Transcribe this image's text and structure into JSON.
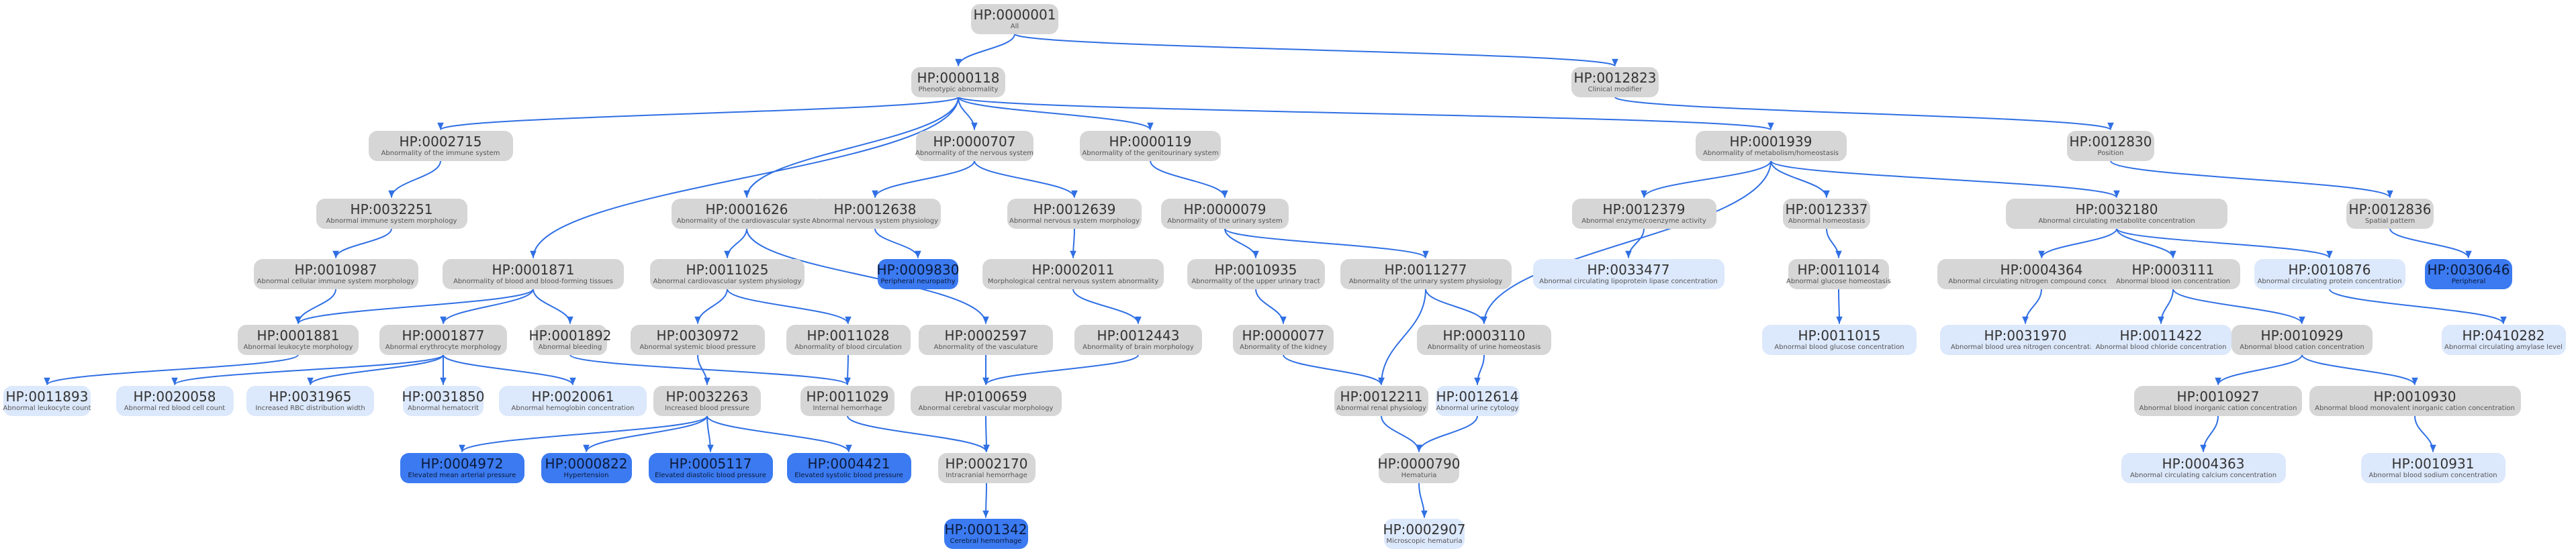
{
  "colors": {
    "gray": "#d6d6d6",
    "light": "#dce8fb",
    "dark": "#3b7af0",
    "edge": "#2f6fe4"
  },
  "nodes": {
    "n0000001": {
      "id": "HP:0000001",
      "label": "All",
      "style": "gray"
    },
    "n0000118": {
      "id": "HP:0000118",
      "label": "Phenotypic abnormality",
      "style": "gray"
    },
    "n0012823": {
      "id": "HP:0012823",
      "label": "Clinical modifier",
      "style": "gray"
    },
    "n0002715": {
      "id": "HP:0002715",
      "label": "Abnormality of the immune system",
      "style": "gray"
    },
    "n0000707": {
      "id": "HP:0000707",
      "label": "Abnormality of the nervous system",
      "style": "gray"
    },
    "n0000119": {
      "id": "HP:0000119",
      "label": "Abnormality of the genitourinary system",
      "style": "gray"
    },
    "n0001939": {
      "id": "HP:0001939",
      "label": "Abnormality of metabolism/homeostasis",
      "style": "gray"
    },
    "n0012830": {
      "id": "HP:0012830",
      "label": "Position",
      "style": "gray"
    },
    "n0032251": {
      "id": "HP:0032251",
      "label": "Abnormal immune system morphology",
      "style": "gray"
    },
    "n0001626": {
      "id": "HP:0001626",
      "label": "Abnormality of the cardiovascular system",
      "style": "gray"
    },
    "n0012638": {
      "id": "HP:0012638",
      "label": "Abnormal nervous system physiology",
      "style": "gray"
    },
    "n0012639": {
      "id": "HP:0012639",
      "label": "Abnormal nervous system morphology",
      "style": "gray"
    },
    "n0000079": {
      "id": "HP:0000079",
      "label": "Abnormality of the urinary system",
      "style": "gray"
    },
    "n0012379": {
      "id": "HP:0012379",
      "label": "Abnormal enzyme/coenzyme activity",
      "style": "gray"
    },
    "n0012337": {
      "id": "HP:0012337",
      "label": "Abnormal homeostasis",
      "style": "gray"
    },
    "n0032180": {
      "id": "HP:0032180",
      "label": "Abnormal circulating metabolite concentration",
      "style": "gray"
    },
    "n0012836": {
      "id": "HP:0012836",
      "label": "Spatial pattern",
      "style": "gray"
    },
    "n0010987": {
      "id": "HP:0010987",
      "label": "Abnormal cellular immune system morphology",
      "style": "gray"
    },
    "n0001871": {
      "id": "HP:0001871",
      "label": "Abnormality of blood and blood-forming tissues",
      "style": "gray"
    },
    "n0011025": {
      "id": "HP:0011025",
      "label": "Abnormal cardiovascular system physiology",
      "style": "gray"
    },
    "n0009830": {
      "id": "HP:0009830",
      "label": "Peripheral neuropathy",
      "style": "dark"
    },
    "n0002011": {
      "id": "HP:0002011",
      "label": "Morphological central nervous system abnormality",
      "style": "gray"
    },
    "n0010935": {
      "id": "HP:0010935",
      "label": "Abnormality of the upper urinary tract",
      "style": "gray"
    },
    "n0011277": {
      "id": "HP:0011277",
      "label": "Abnormality of the urinary system physiology",
      "style": "gray"
    },
    "n0033477": {
      "id": "HP:0033477",
      "label": "Abnormal circulating lipoprotein lipase concentration",
      "style": "light"
    },
    "n0011014": {
      "id": "HP:0011014",
      "label": "Abnormal glucose homeostasis",
      "style": "gray"
    },
    "n0004364": {
      "id": "HP:0004364",
      "label": "Abnormal circulating nitrogen compound concentration",
      "style": "gray"
    },
    "n0003111": {
      "id": "HP:0003111",
      "label": "Abnormal blood ion concentration",
      "style": "gray"
    },
    "n0010876": {
      "id": "HP:0010876",
      "label": "Abnormal circulating protein concentration",
      "style": "light"
    },
    "n0030646": {
      "id": "HP:0030646",
      "label": "Peripheral",
      "style": "dark"
    },
    "n0001881": {
      "id": "HP:0001881",
      "label": "Abnormal leukocyte morphology",
      "style": "gray"
    },
    "n0001877": {
      "id": "HP:0001877",
      "label": "Abnormal erythrocyte morphology",
      "style": "gray"
    },
    "n0001892": {
      "id": "HP:0001892",
      "label": "Abnormal bleeding",
      "style": "gray"
    },
    "n0030972": {
      "id": "HP:0030972",
      "label": "Abnormal systemic blood pressure",
      "style": "gray"
    },
    "n0011028": {
      "id": "HP:0011028",
      "label": "Abnormality of blood circulation",
      "style": "gray"
    },
    "n0002597": {
      "id": "HP:0002597",
      "label": "Abnormality of the vasculature",
      "style": "gray"
    },
    "n0012443": {
      "id": "HP:0012443",
      "label": "Abnormality of brain morphology",
      "style": "gray"
    },
    "n0000077": {
      "id": "HP:0000077",
      "label": "Abnormality of the kidney",
      "style": "gray"
    },
    "n0003110": {
      "id": "HP:0003110",
      "label": "Abnormality of urine homeostasis",
      "style": "gray"
    },
    "n0011015": {
      "id": "HP:0011015",
      "label": "Abnormal blood glucose concentration",
      "style": "light"
    },
    "n0031970": {
      "id": "HP:0031970",
      "label": "Abnormal blood urea nitrogen concentration",
      "style": "light"
    },
    "n0011422": {
      "id": "HP:0011422",
      "label": "Abnormal blood chloride concentration",
      "style": "light"
    },
    "n0010929": {
      "id": "HP:0010929",
      "label": "Abnormal blood cation concentration",
      "style": "gray"
    },
    "n0410282": {
      "id": "HP:0410282",
      "label": "Abnormal circulating amylase level",
      "style": "light"
    },
    "n0011893": {
      "id": "HP:0011893",
      "label": "Abnormal leukocyte count",
      "style": "light"
    },
    "n0020058": {
      "id": "HP:0020058",
      "label": "Abnormal red blood cell count",
      "style": "light"
    },
    "n0031965": {
      "id": "HP:0031965",
      "label": "Increased RBC distribution width",
      "style": "light"
    },
    "n0031850": {
      "id": "HP:0031850",
      "label": "Abnormal hematocrit",
      "style": "light"
    },
    "n0020061": {
      "id": "HP:0020061",
      "label": "Abnormal hemoglobin concentration",
      "style": "light"
    },
    "n0032263": {
      "id": "HP:0032263",
      "label": "Increased blood pressure",
      "style": "gray"
    },
    "n0011029": {
      "id": "HP:0011029",
      "label": "Internal hemorrhage",
      "style": "gray"
    },
    "n0100659": {
      "id": "HP:0100659",
      "label": "Abnormal cerebral vascular morphology",
      "style": "gray"
    },
    "n0012211": {
      "id": "HP:0012211",
      "label": "Abnormal renal physiology",
      "style": "gray"
    },
    "n0012614": {
      "id": "HP:0012614",
      "label": "Abnormal urine cytology",
      "style": "light"
    },
    "n0010927": {
      "id": "HP:0010927",
      "label": "Abnormal blood inorganic cation concentration",
      "style": "gray"
    },
    "n0010930": {
      "id": "HP:0010930",
      "label": "Abnormal blood monovalent inorganic cation concentration",
      "style": "gray"
    },
    "n0004972": {
      "id": "HP:0004972",
      "label": "Elevated mean arterial pressure",
      "style": "dark"
    },
    "n0000822": {
      "id": "HP:0000822",
      "label": "Hypertension",
      "style": "dark"
    },
    "n0005117": {
      "id": "HP:0005117",
      "label": "Elevated diastolic blood pressure",
      "style": "dark"
    },
    "n0004421": {
      "id": "HP:0004421",
      "label": "Elevated systolic blood pressure",
      "style": "dark"
    },
    "n0002170": {
      "id": "HP:0002170",
      "label": "Intracranial hemorrhage",
      "style": "gray"
    },
    "n0000790": {
      "id": "HP:0000790",
      "label": "Hematuria",
      "style": "gray"
    },
    "n0004363": {
      "id": "HP:0004363",
      "label": "Abnormal circulating calcium concentration",
      "style": "light"
    },
    "n0010931": {
      "id": "HP:0010931",
      "label": "Abnormal blood sodium concentration",
      "style": "light"
    },
    "n0001342": {
      "id": "HP:0001342",
      "label": "Cerebral hemorrhage",
      "style": "dark"
    },
    "n0002907": {
      "id": "HP:0002907",
      "label": "Microscopic hematuria",
      "style": "light"
    }
  },
  "edges": [
    [
      "n0000001",
      "n0000118"
    ],
    [
      "n0000001",
      "n0012823"
    ],
    [
      "n0000118",
      "n0002715"
    ],
    [
      "n0000118",
      "n0001871"
    ],
    [
      "n0000118",
      "n0001626"
    ],
    [
      "n0000118",
      "n0000707"
    ],
    [
      "n0000118",
      "n0000119"
    ],
    [
      "n0000118",
      "n0001939"
    ],
    [
      "n0012823",
      "n0012830"
    ],
    [
      "n0012830",
      "n0012836"
    ],
    [
      "n0012836",
      "n0030646"
    ],
    [
      "n0002715",
      "n0032251"
    ],
    [
      "n0032251",
      "n0010987"
    ],
    [
      "n0010987",
      "n0001881"
    ],
    [
      "n0001871",
      "n0001881"
    ],
    [
      "n0001871",
      "n0001877"
    ],
    [
      "n0001871",
      "n0001892"
    ],
    [
      "n0001881",
      "n0011893"
    ],
    [
      "n0001877",
      "n0020058"
    ],
    [
      "n0001877",
      "n0031965"
    ],
    [
      "n0001877",
      "n0031850"
    ],
    [
      "n0001877",
      "n0020061"
    ],
    [
      "n0001892",
      "n0011029"
    ],
    [
      "n0001626",
      "n0011025"
    ],
    [
      "n0001626",
      "n0002597"
    ],
    [
      "n0011025",
      "n0030972"
    ],
    [
      "n0011025",
      "n0011028"
    ],
    [
      "n0030972",
      "n0032263"
    ],
    [
      "n0032263",
      "n0004972"
    ],
    [
      "n0032263",
      "n0000822"
    ],
    [
      "n0032263",
      "n0005117"
    ],
    [
      "n0032263",
      "n0004421"
    ],
    [
      "n0011028",
      "n0011029"
    ],
    [
      "n0011029",
      "n0002170"
    ],
    [
      "n0002597",
      "n0100659"
    ],
    [
      "n0100659",
      "n0002170"
    ],
    [
      "n0002170",
      "n0001342"
    ],
    [
      "n0000707",
      "n0012638"
    ],
    [
      "n0000707",
      "n0012639"
    ],
    [
      "n0012638",
      "n0009830"
    ],
    [
      "n0012639",
      "n0002011"
    ],
    [
      "n0002011",
      "n0012443"
    ],
    [
      "n0012443",
      "n0100659"
    ],
    [
      "n0000119",
      "n0000079"
    ],
    [
      "n0000079",
      "n0010935"
    ],
    [
      "n0000079",
      "n0011277"
    ],
    [
      "n0010935",
      "n0000077"
    ],
    [
      "n0000077",
      "n0012211"
    ],
    [
      "n0011277",
      "n0012211"
    ],
    [
      "n0011277",
      "n0003110"
    ],
    [
      "n0003110",
      "n0012614"
    ],
    [
      "n0012211",
      "n0000790"
    ],
    [
      "n0012614",
      "n0000790"
    ],
    [
      "n0000790",
      "n0002907"
    ],
    [
      "n0001939",
      "n0012379"
    ],
    [
      "n0001939",
      "n0012337"
    ],
    [
      "n0001939",
      "n0032180"
    ],
    [
      "n0001939",
      "n0003110"
    ],
    [
      "n0012379",
      "n0033477"
    ],
    [
      "n0012337",
      "n0011014"
    ],
    [
      "n0011014",
      "n0011015"
    ],
    [
      "n0032180",
      "n0004364"
    ],
    [
      "n0032180",
      "n0003111"
    ],
    [
      "n0032180",
      "n0010876"
    ],
    [
      "n0004364",
      "n0031970"
    ],
    [
      "n0003111",
      "n0011422"
    ],
    [
      "n0003111",
      "n0010929"
    ],
    [
      "n0010876",
      "n0410282"
    ],
    [
      "n0010929",
      "n0010927"
    ],
    [
      "n0010929",
      "n0010930"
    ],
    [
      "n0010927",
      "n0004363"
    ],
    [
      "n0010930",
      "n0010931"
    ]
  ]
}
